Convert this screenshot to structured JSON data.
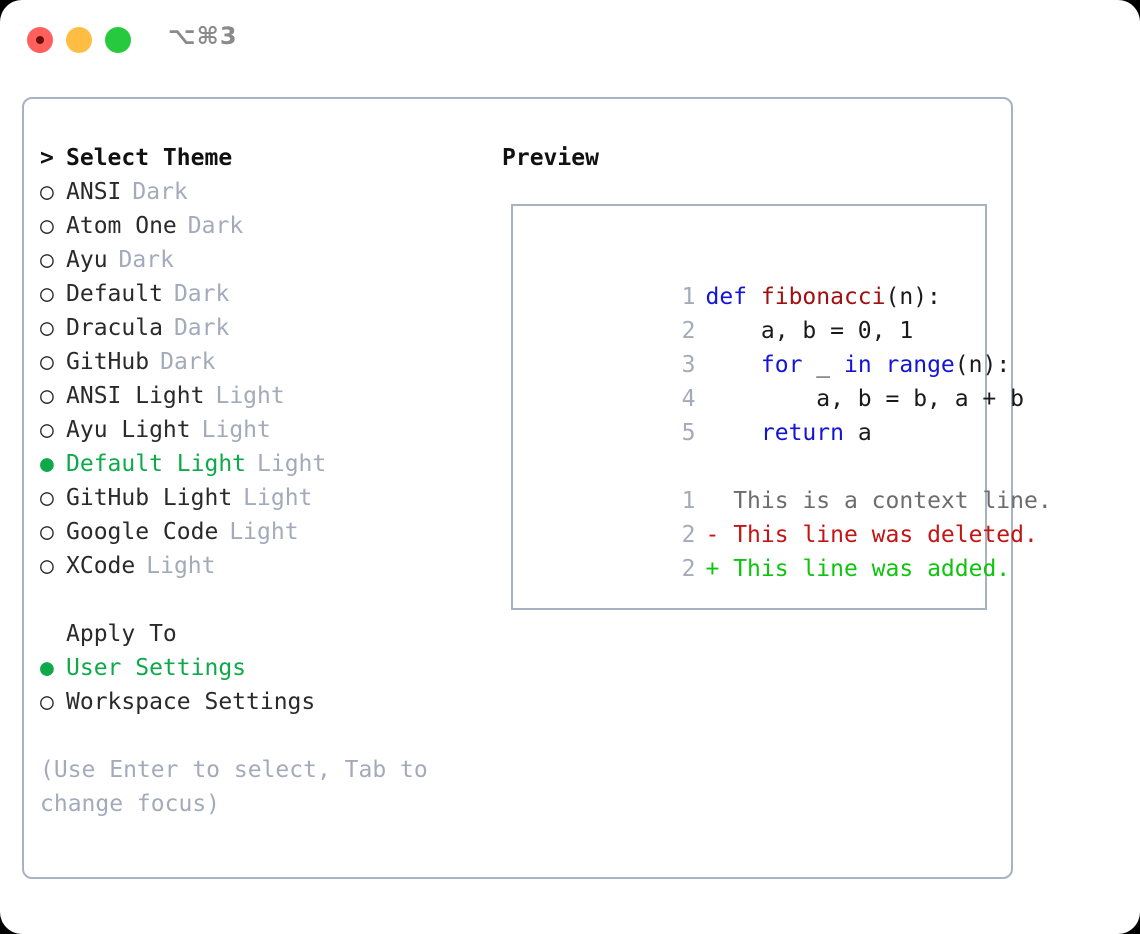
{
  "titlebar": {
    "shortcut": "⌥⌘3",
    "buttons": [
      {
        "name": "close",
        "color": "#ff605c"
      },
      {
        "name": "minimize",
        "color": "#ffbd44"
      },
      {
        "name": "maximize",
        "color": "#27c93f"
      }
    ]
  },
  "theme_picker": {
    "header": "Select Theme",
    "header_marker": ">",
    "marker_selected": "●",
    "marker_unselected": "○",
    "items": [
      {
        "name": "ANSI",
        "kind": "Dark",
        "selected": false
      },
      {
        "name": "Atom One",
        "kind": "Dark",
        "selected": false
      },
      {
        "name": "Ayu",
        "kind": "Dark",
        "selected": false
      },
      {
        "name": "Default",
        "kind": "Dark",
        "selected": false
      },
      {
        "name": "Dracula",
        "kind": "Dark",
        "selected": false
      },
      {
        "name": "GitHub",
        "kind": "Dark",
        "selected": false
      },
      {
        "name": "ANSI Light",
        "kind": "Light",
        "selected": false
      },
      {
        "name": "Ayu Light",
        "kind": "Light",
        "selected": false
      },
      {
        "name": "Default Light",
        "kind": "Light",
        "selected": true
      },
      {
        "name": "GitHub Light",
        "kind": "Light",
        "selected": false
      },
      {
        "name": "Google Code",
        "kind": "Light",
        "selected": false
      },
      {
        "name": "XCode",
        "kind": "Light",
        "selected": false
      }
    ]
  },
  "apply_to": {
    "header": "Apply To",
    "options": [
      {
        "label": "User Settings",
        "selected": true
      },
      {
        "label": "Workspace Settings",
        "selected": false
      }
    ]
  },
  "hint": "(Use Enter to select, Tab to change focus)",
  "preview": {
    "label": "Preview",
    "code_lines": [
      {
        "num": "1",
        "tokens": [
          {
            "text": "def ",
            "style": "kw"
          },
          {
            "text": "fibonacci",
            "style": "fn"
          },
          {
            "text": "(n):",
            "style": "plain"
          }
        ]
      },
      {
        "num": "2",
        "tokens": [
          {
            "text": "    a, b = 0, 1",
            "style": "plain"
          }
        ]
      },
      {
        "num": "3",
        "tokens": [
          {
            "text": "    ",
            "style": "plain"
          },
          {
            "text": "for",
            "style": "kw"
          },
          {
            "text": " _ ",
            "style": "plain"
          },
          {
            "text": "in",
            "style": "kw"
          },
          {
            "text": " ",
            "style": "plain"
          },
          {
            "text": "range",
            "style": "kw"
          },
          {
            "text": "(n):",
            "style": "plain"
          }
        ]
      },
      {
        "num": "4",
        "tokens": [
          {
            "text": "        a, b = b, a + b",
            "style": "plain"
          }
        ]
      },
      {
        "num": "5",
        "tokens": [
          {
            "text": "    ",
            "style": "plain"
          },
          {
            "text": "return",
            "style": "kw"
          },
          {
            "text": " a",
            "style": "plain"
          }
        ]
      }
    ],
    "diff_lines": [
      {
        "num": "1",
        "marker": " ",
        "text": "This is a context line.",
        "style": "ctx"
      },
      {
        "num": "2",
        "marker": "-",
        "text": "This line was deleted.",
        "style": "del"
      },
      {
        "num": "2",
        "marker": "+",
        "text": "This line was added.",
        "style": "add"
      }
    ]
  },
  "colors": {
    "accent_green": "#0eaa4a",
    "border": "#a8b2c2",
    "muted_text": "#a3abba",
    "keyword_blue": "#1414d6",
    "function_red": "#a01010",
    "diff_deleted": "#c21515",
    "diff_added": "#0ec40e"
  }
}
